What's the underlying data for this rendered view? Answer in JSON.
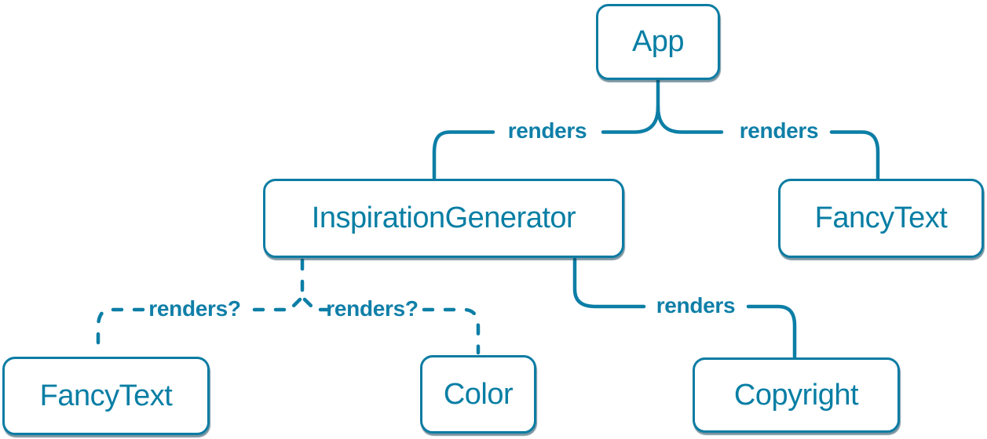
{
  "diagram": {
    "accent_color": "#0c7ea6",
    "node_text_color": "#087ea4",
    "node_background": "#ffffff",
    "nodes": {
      "app": {
        "label": "App"
      },
      "inspiration_generator": {
        "label": "InspirationGenerator"
      },
      "fancy_text_top": {
        "label": "FancyText"
      },
      "fancy_text_bottom": {
        "label": "FancyText"
      },
      "color": {
        "label": "Color"
      },
      "copyright": {
        "label": "Copyright"
      }
    },
    "edges": {
      "app_to_inspiration_generator": {
        "label": "renders",
        "style": "solid"
      },
      "app_to_fancy_text": {
        "label": "renders",
        "style": "solid"
      },
      "inspiration_generator_to_fancy_text": {
        "label": "renders?",
        "style": "dashed"
      },
      "inspiration_generator_to_color": {
        "label": "renders?",
        "style": "dashed"
      },
      "inspiration_generator_to_copyright": {
        "label": "renders",
        "style": "solid"
      }
    }
  }
}
